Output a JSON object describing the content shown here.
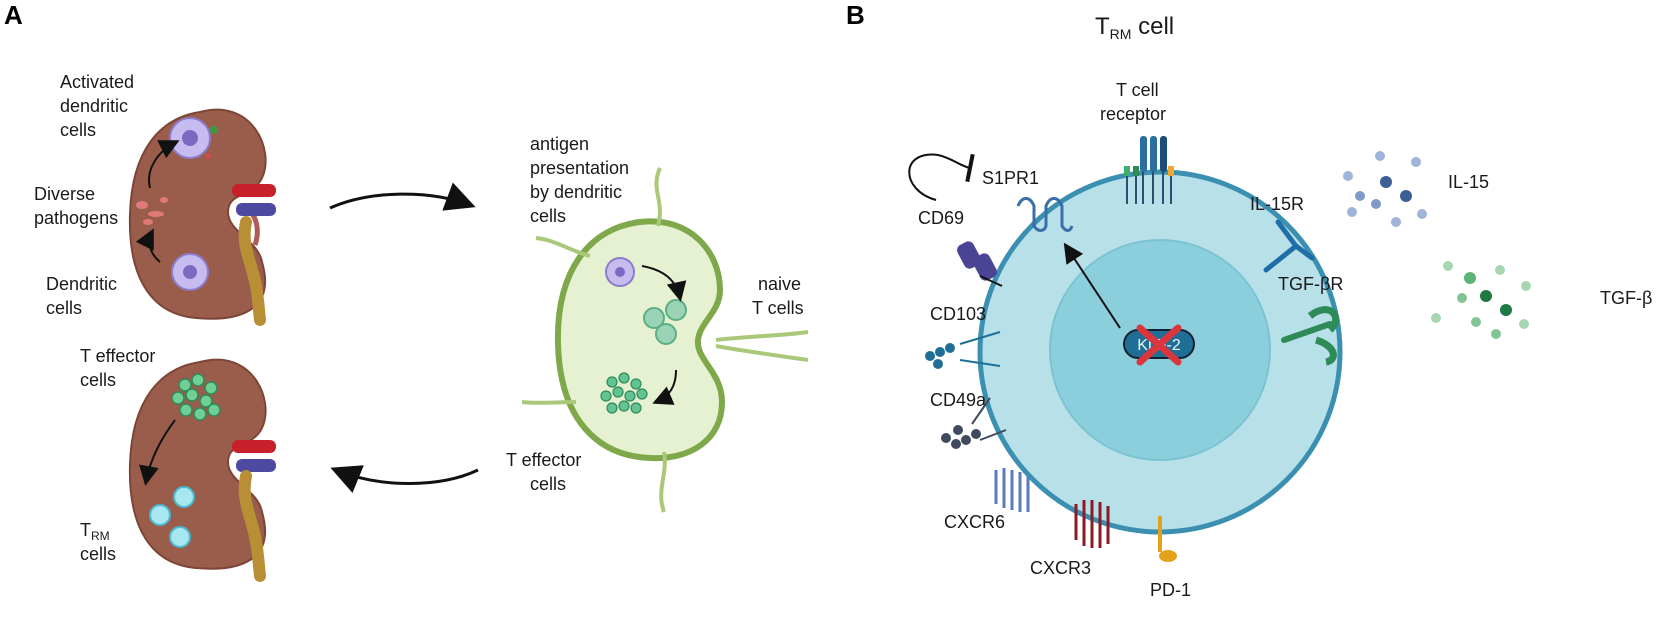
{
  "panels": {
    "a": "A",
    "b": "B"
  },
  "panel_a": {
    "activated_dc": [
      "Activated",
      "dendritic",
      "cells"
    ],
    "diverse_pathogens": [
      "Diverse",
      "pathogens"
    ],
    "dendritic_cells": [
      "Dendritic",
      "cells"
    ],
    "t_effector_left": [
      "T effector",
      "cells"
    ],
    "trm_cells": {
      "main": "T",
      "sub": "RM",
      "line2": "cells"
    },
    "antigen_presentation": [
      "antigen",
      "presentation",
      "by dendritic",
      "cells"
    ],
    "naive_t_cells": [
      "naive",
      "T cells"
    ],
    "t_effector_right": [
      "T effector",
      "cells"
    ]
  },
  "panel_b": {
    "title": {
      "main": "T",
      "sub": "RM",
      "rest": " cell"
    },
    "tcr": [
      "T cell",
      "receptor"
    ],
    "s1pr1": "S1PR1",
    "cd69": "CD69",
    "il15r": "IL-15R",
    "il15": "IL-15",
    "tgfbr": "TGF-βR",
    "tgfb": "TGF-β",
    "cd103": "CD103",
    "cd49a": "CD49a",
    "cxcr6": "CXCR6",
    "cxcr3": "CXCR3",
    "pd1": "PD-1",
    "klf2": "KLF-2"
  },
  "colors": {
    "kidney": "#9a5d4b",
    "lymph_node_fill": "#e6f1d2",
    "lymph_node_edge": "#7ea84a",
    "cell_fill": "#b7e0e8",
    "cell_edge": "#3b8fb0",
    "nucleus": "#8ccfdc",
    "blocked": "#d9363e"
  }
}
